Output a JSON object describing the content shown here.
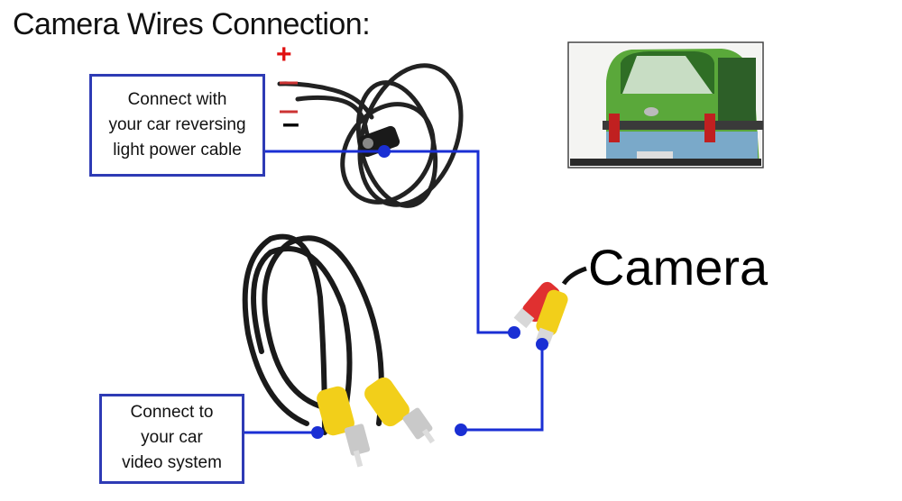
{
  "title": "Camera Wires Connection:",
  "power_box": {
    "lines": [
      "Connect with",
      "your car reversing",
      "light power cable"
    ]
  },
  "video_box": {
    "lines": [
      "Connect to",
      "your car",
      "video system"
    ]
  },
  "camera_label": "Camera",
  "polarity": {
    "plus": "+",
    "minus": "–"
  },
  "colors": {
    "connector_line": "#1a2fd4",
    "box_border": "#2e3bb5",
    "plus_sign": "#e01010",
    "rca_yellow": "#f2cf1a",
    "rca_red": "#e03030",
    "vehicle_green": "#5aa83a"
  }
}
